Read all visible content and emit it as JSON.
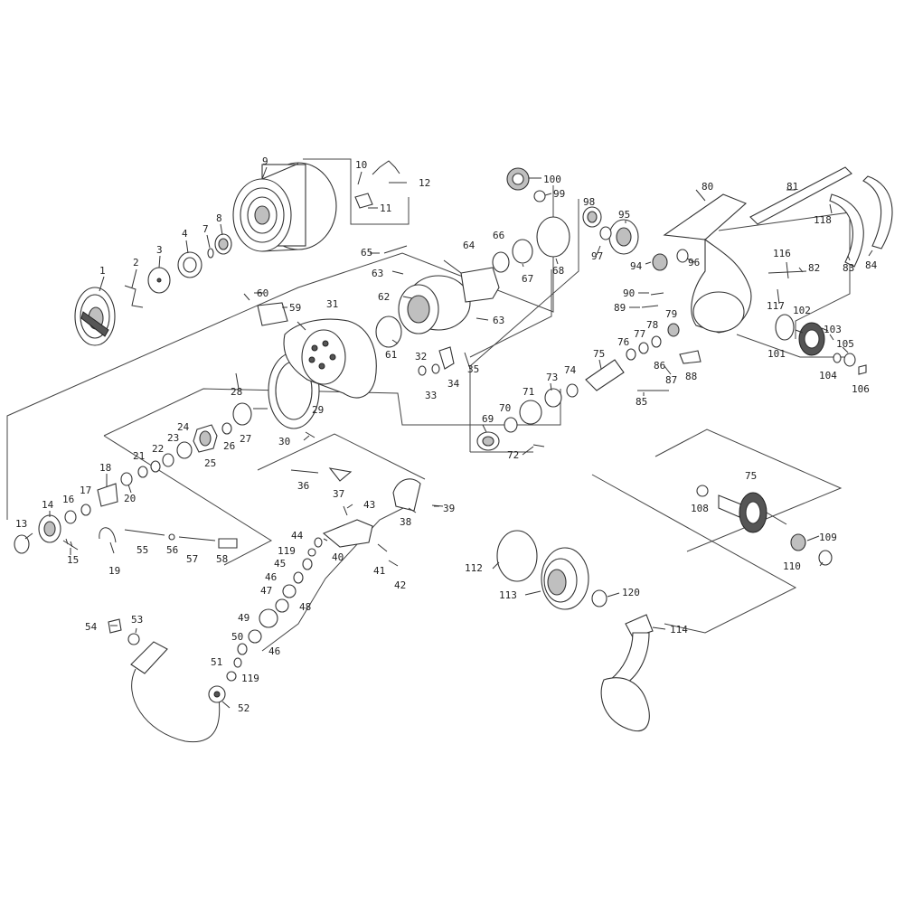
{
  "diagram": {
    "labels": [
      {
        "id": "1",
        "text": "1"
      },
      {
        "id": "2",
        "text": "2"
      },
      {
        "id": "3",
        "text": "3"
      },
      {
        "id": "4",
        "text": "4"
      },
      {
        "id": "7",
        "text": "7"
      },
      {
        "id": "8",
        "text": "8"
      },
      {
        "id": "9",
        "text": "9"
      },
      {
        "id": "10",
        "text": "10"
      },
      {
        "id": "11",
        "text": "11"
      },
      {
        "id": "12",
        "text": "12"
      },
      {
        "id": "13",
        "text": "13"
      },
      {
        "id": "14",
        "text": "14"
      },
      {
        "id": "15",
        "text": "15"
      },
      {
        "id": "16",
        "text": "16"
      },
      {
        "id": "17",
        "text": "17"
      },
      {
        "id": "18",
        "text": "18"
      },
      {
        "id": "19",
        "text": "19"
      },
      {
        "id": "20",
        "text": "20"
      },
      {
        "id": "21",
        "text": "21"
      },
      {
        "id": "22",
        "text": "22"
      },
      {
        "id": "23",
        "text": "23"
      },
      {
        "id": "24",
        "text": "24"
      },
      {
        "id": "25",
        "text": "25"
      },
      {
        "id": "26",
        "text": "26"
      },
      {
        "id": "27",
        "text": "27"
      },
      {
        "id": "28",
        "text": "28"
      },
      {
        "id": "29",
        "text": "29"
      },
      {
        "id": "30",
        "text": "30"
      },
      {
        "id": "31",
        "text": "31"
      },
      {
        "id": "32",
        "text": "32"
      },
      {
        "id": "33",
        "text": "33"
      },
      {
        "id": "34",
        "text": "34"
      },
      {
        "id": "35",
        "text": "35"
      },
      {
        "id": "36",
        "text": "36"
      },
      {
        "id": "37",
        "text": "37"
      },
      {
        "id": "38",
        "text": "38"
      },
      {
        "id": "39",
        "text": "39"
      },
      {
        "id": "40",
        "text": "40"
      },
      {
        "id": "41",
        "text": "41"
      },
      {
        "id": "42",
        "text": "42"
      },
      {
        "id": "43",
        "text": "43"
      },
      {
        "id": "44",
        "text": "44"
      },
      {
        "id": "45",
        "text": "45"
      },
      {
        "id": "46a",
        "text": "46"
      },
      {
        "id": "46b",
        "text": "46"
      },
      {
        "id": "47",
        "text": "47"
      },
      {
        "id": "48",
        "text": "48"
      },
      {
        "id": "49",
        "text": "49"
      },
      {
        "id": "50",
        "text": "50"
      },
      {
        "id": "51",
        "text": "51"
      },
      {
        "id": "52",
        "text": "52"
      },
      {
        "id": "53",
        "text": "53"
      },
      {
        "id": "54",
        "text": "54"
      },
      {
        "id": "55",
        "text": "55"
      },
      {
        "id": "56",
        "text": "56"
      },
      {
        "id": "57",
        "text": "57"
      },
      {
        "id": "58",
        "text": "58"
      },
      {
        "id": "59",
        "text": "59"
      },
      {
        "id": "60",
        "text": "60"
      },
      {
        "id": "61",
        "text": "61"
      },
      {
        "id": "62",
        "text": "62"
      },
      {
        "id": "63a",
        "text": "63"
      },
      {
        "id": "63b",
        "text": "63"
      },
      {
        "id": "64",
        "text": "64"
      },
      {
        "id": "65",
        "text": "65"
      },
      {
        "id": "66",
        "text": "66"
      },
      {
        "id": "67",
        "text": "67"
      },
      {
        "id": "68",
        "text": "68"
      },
      {
        "id": "69",
        "text": "69"
      },
      {
        "id": "70",
        "text": "70"
      },
      {
        "id": "71",
        "text": "71"
      },
      {
        "id": "72",
        "text": "72"
      },
      {
        "id": "73",
        "text": "73"
      },
      {
        "id": "74",
        "text": "74"
      },
      {
        "id": "75a",
        "text": "75"
      },
      {
        "id": "75b",
        "text": "75"
      },
      {
        "id": "76",
        "text": "76"
      },
      {
        "id": "77",
        "text": "77"
      },
      {
        "id": "78",
        "text": "78"
      },
      {
        "id": "79",
        "text": "79"
      },
      {
        "id": "80",
        "text": "80"
      },
      {
        "id": "81",
        "text": "81"
      },
      {
        "id": "82",
        "text": "82"
      },
      {
        "id": "83",
        "text": "83"
      },
      {
        "id": "84",
        "text": "84"
      },
      {
        "id": "85",
        "text": "85"
      },
      {
        "id": "86",
        "text": "86"
      },
      {
        "id": "87",
        "text": "87"
      },
      {
        "id": "88",
        "text": "88"
      },
      {
        "id": "89",
        "text": "89"
      },
      {
        "id": "90",
        "text": "90"
      },
      {
        "id": "94",
        "text": "94"
      },
      {
        "id": "95",
        "text": "95"
      },
      {
        "id": "96",
        "text": "96"
      },
      {
        "id": "97",
        "text": "97"
      },
      {
        "id": "98",
        "text": "98"
      },
      {
        "id": "99",
        "text": "99"
      },
      {
        "id": "100",
        "text": "100"
      },
      {
        "id": "101",
        "text": "101"
      },
      {
        "id": "102",
        "text": "102"
      },
      {
        "id": "103",
        "text": "103"
      },
      {
        "id": "104",
        "text": "104"
      },
      {
        "id": "105",
        "text": "105"
      },
      {
        "id": "106",
        "text": "106"
      },
      {
        "id": "108",
        "text": "108"
      },
      {
        "id": "109",
        "text": "109"
      },
      {
        "id": "110",
        "text": "110"
      },
      {
        "id": "112",
        "text": "112"
      },
      {
        "id": "113",
        "text": "113"
      },
      {
        "id": "114",
        "text": "114"
      },
      {
        "id": "116",
        "text": "116"
      },
      {
        "id": "117",
        "text": "117"
      },
      {
        "id": "118",
        "text": "118"
      },
      {
        "id": "119a",
        "text": "119"
      },
      {
        "id": "119b",
        "text": "119"
      },
      {
        "id": "120",
        "text": "120"
      }
    ]
  }
}
